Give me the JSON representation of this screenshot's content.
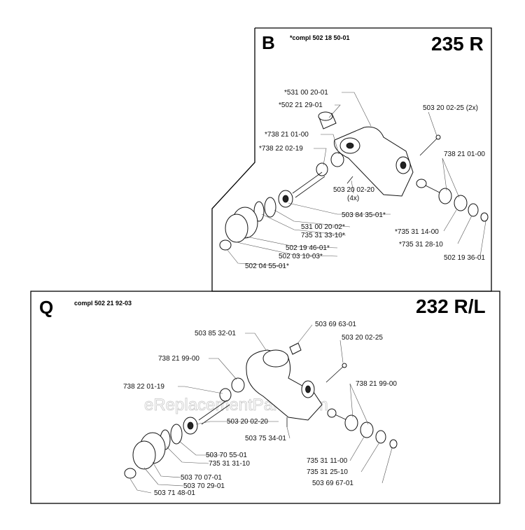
{
  "panel_b": {
    "letter": "B",
    "compl": "*compl 502 18 50-01",
    "model": "235 R",
    "labels": [
      "*531 00 20-01",
      "*502 21 29-01",
      "503 20 02-25 (2x)",
      "*738 21 01-00",
      "*738 22 02-19",
      "738 21 01-00",
      "503 20 02-20",
      "(4x)",
      "503 84 35-01*",
      "531 00 20-02*",
      "735 31 33-10*",
      "*735 31 14-00",
      "*735 31 28-10",
      "502 19 46-01*",
      "502 03 10-03*",
      "502 19 36-01",
      "502 04 55-01*"
    ]
  },
  "panel_q": {
    "letter": "Q",
    "compl": "compl 502 21 92-03",
    "model": "232 R/L",
    "labels": [
      "503 69 63-01",
      "503 85 32-01",
      "503 20 02-25",
      "738 21 99-00",
      "738 21 99-00",
      "738 22 01-19",
      "503 20 02-20",
      "503 75 34-01",
      "503 70 55-01",
      "735 31 31-10",
      "735 31 11-00",
      "735 31 25-10",
      "503 70 07-01",
      "503 70 29-01",
      "503 69 67-01",
      "503 71 48-01"
    ]
  },
  "watermark": "eReplacementParts.com"
}
